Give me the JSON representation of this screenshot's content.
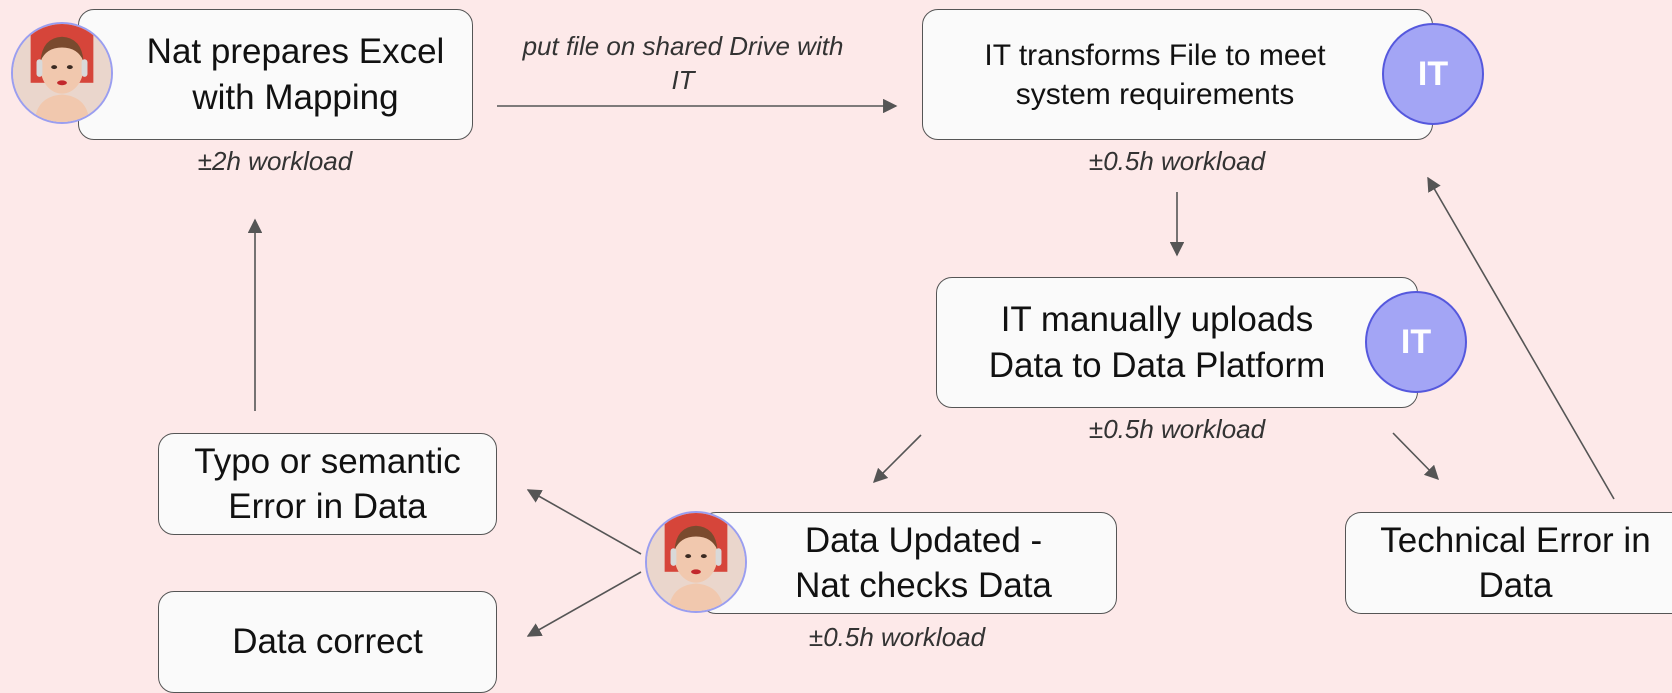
{
  "nodes": {
    "nat_prepares": "Nat prepares Excel\nwith Mapping",
    "it_transforms": "IT transforms File to meet\nsystem requirements",
    "it_uploads": "IT manually uploads\nData to Data Platform",
    "typo_error": "Typo or semantic\nError in Data",
    "data_correct": "Data correct",
    "data_updated": "Data Updated -\nNat checks Data",
    "technical_error": "Technical Error in\nData"
  },
  "notes": {
    "workload_prepare": "±2h workload",
    "workload_transform": "±0.5h workload",
    "workload_upload": "±0.5h workload",
    "workload_check": "±0.5h workload",
    "edge_shared_drive": "put file on shared Drive with\nIT"
  },
  "badges": {
    "it_transform": "IT",
    "it_upload": "IT"
  },
  "icons": {
    "person_avatar": "person-avatar-icon",
    "it_badge": "it-badge-icon"
  },
  "colors": {
    "background": "#fde9e9",
    "box_fill": "#fafafa",
    "box_border": "#555555",
    "badge_fill": "#a3a5f5",
    "badge_border": "#5558dd",
    "arrow": "#555555"
  }
}
